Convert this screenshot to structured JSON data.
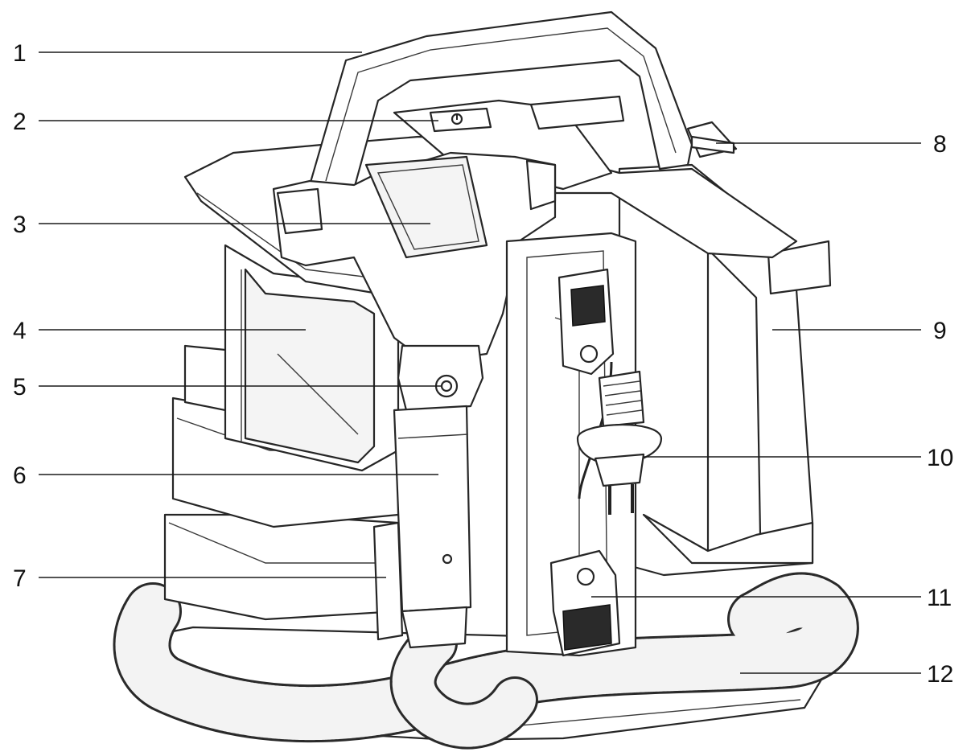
{
  "callouts": [
    {
      "id": "1",
      "text": "1"
    },
    {
      "id": "2",
      "text": "2"
    },
    {
      "id": "3",
      "text": "3"
    },
    {
      "id": "4",
      "text": "4"
    },
    {
      "id": "5",
      "text": "5"
    },
    {
      "id": "6",
      "text": "6"
    },
    {
      "id": "7",
      "text": "7"
    },
    {
      "id": "8",
      "text": "8"
    },
    {
      "id": "9",
      "text": "9"
    },
    {
      "id": "10",
      "text": "10"
    },
    {
      "id": "11",
      "text": "11"
    },
    {
      "id": "12",
      "text": "12"
    }
  ]
}
